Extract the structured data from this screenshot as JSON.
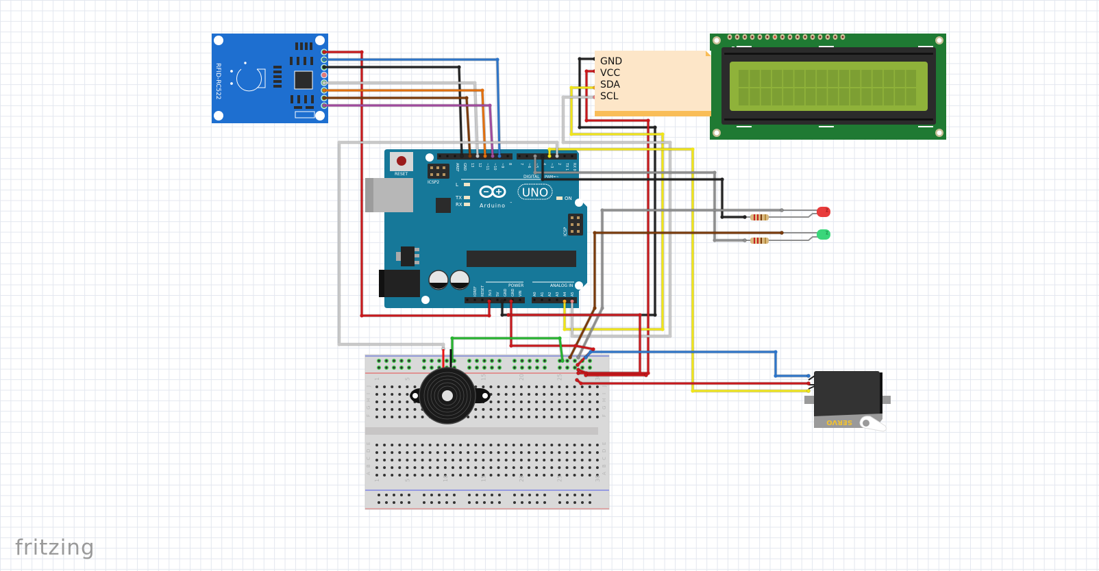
{
  "app": {
    "name": "fritzing",
    "view": "Breadboard view"
  },
  "colors": {
    "grid": "#e3e7ef",
    "wire_red": "#c8181c",
    "wire_black": "#222222",
    "wire_blue": "#2e75c9",
    "wire_white": "#c9c9c9",
    "wire_orange": "#e2700f",
    "wire_brown": "#7a3a0b",
    "wire_purple": "#a04a9e",
    "wire_yellow": "#f1e619",
    "wire_gray": "#8e8e8e",
    "wire_green": "#26b52f",
    "arduino_board": "#167899",
    "rfid_board": "#1e6fd0",
    "lcd_pcb": "#1f7a33",
    "lcd_screen": "#8fb23a",
    "note_bg": "#fde6c8",
    "note_footer": "#f9bd57"
  },
  "components": {
    "rfid": {
      "label": "RFID-RC522",
      "pins": 8
    },
    "arduino": {
      "model_text": "UNO",
      "brand_text": "Arduino",
      "trademark": "™",
      "reset_label": "RESET",
      "icsp2_label": "ICSP2",
      "icsp_label": "ICSP",
      "digital_label": "DIGITAL",
      "pwm_label": "PWM=~",
      "power_label": "POWER",
      "analog_label": "ANALOG IN",
      "led_labels": [
        "L",
        "TX",
        "RX",
        "ON"
      ],
      "top_header_left": [
        "",
        "",
        "AREF",
        "GND",
        "13",
        "12",
        "~11",
        "~10",
        "~9",
        "8"
      ],
      "top_header_right": [
        "7",
        "~6",
        "~5",
        "4",
        "~3",
        "2",
        "TX 1",
        "RX 0"
      ],
      "power_header": [
        "",
        "IOREF",
        "RESET",
        "3V3",
        "5V",
        "GND",
        "GND",
        "VIN"
      ],
      "analog_header": [
        "A0",
        "A1",
        "A2",
        "A3",
        "A4",
        "A5"
      ]
    },
    "lcd": {
      "type": "LCD 16x2",
      "columns": 16,
      "rows": 2,
      "pin_count": 16
    },
    "note": {
      "lines": [
        "GND",
        "VCC",
        "SDA",
        "SCL"
      ]
    },
    "leds": [
      {
        "color": "red"
      },
      {
        "color": "green"
      }
    ],
    "resistors": 2,
    "servo": {
      "label": "SERVO"
    },
    "buzzer": {
      "name": "piezo buzzer"
    },
    "breadboard": {
      "column_numbers": [
        "1",
        "5",
        "10",
        "15",
        "20",
        "25",
        "30"
      ],
      "row_letters_top": [
        "J",
        "I",
        "H",
        "G",
        "F"
      ],
      "row_letters_bottom": [
        "E",
        "D",
        "C",
        "B",
        "A"
      ]
    }
  },
  "logo": {
    "text": "fritzing"
  }
}
